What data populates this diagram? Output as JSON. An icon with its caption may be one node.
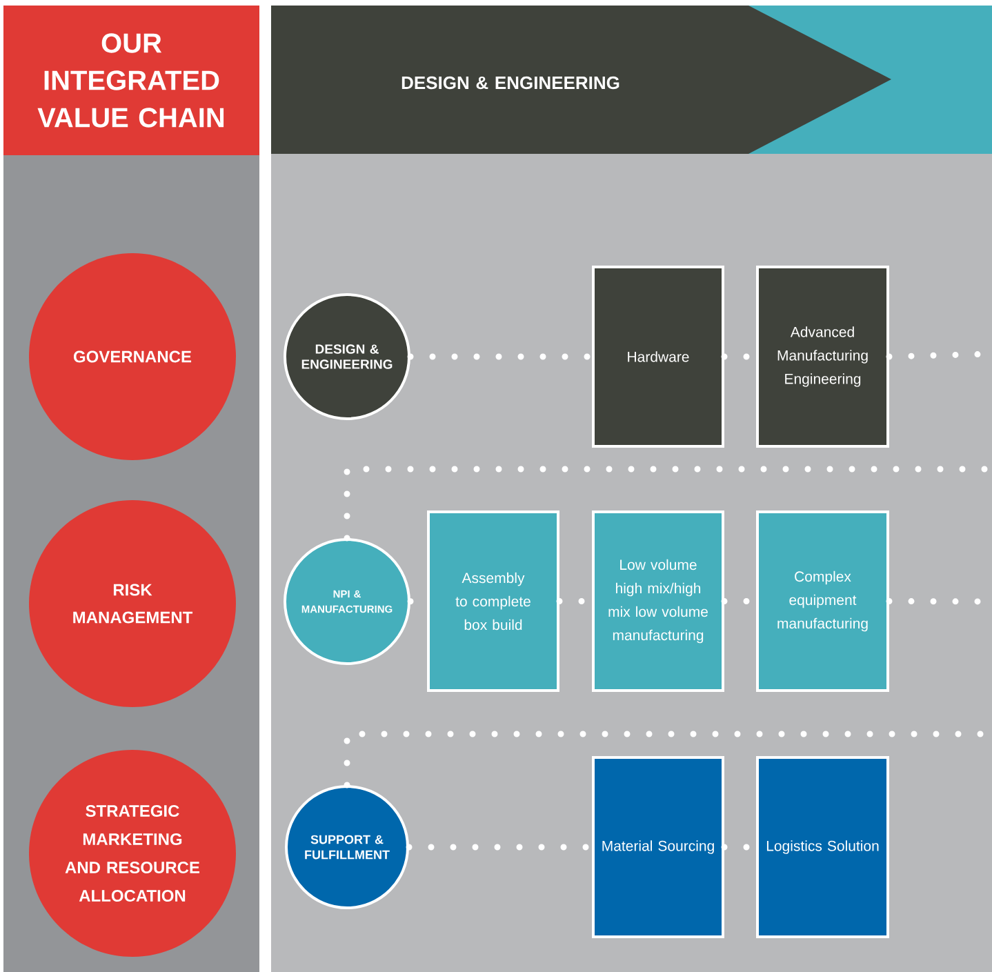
{
  "diagram": {
    "nodes": [
      {
        "text": [
          "OUR INTEGRATED VALUE CHAIN"
        ]
      },
      {
        "text": [
          "DESIGN & ENGINEERING"
        ]
      },
      {
        "text": [
          "GOVERNANCE"
        ]
      },
      {
        "text": [
          "RISK MANAGEMENT"
        ]
      },
      {
        "text": [
          "STRATEGIC MARKETING AND RESOURCE ALLOCATION"
        ]
      },
      {
        "text": [
          "DESIGN & ENGINEERING"
        ]
      },
      {
        "text": [
          "Hardware"
        ]
      },
      {
        "text": [
          "Advanced Manufacturing Engineering"
        ]
      },
      {
        "text": [
          "NPI & MANUFACTURING"
        ]
      },
      {
        "text": [
          "Assembly to complete box build"
        ]
      },
      {
        "text": [
          "Low volume high mix/high mix low volume manufacturing"
        ]
      },
      {
        "text": [
          "Complex equipment manufacturing"
        ]
      },
      {
        "text": [
          "SUPPORT & FULFILLMENT"
        ]
      },
      {
        "text": [
          "Material Sourcing"
        ]
      },
      {
        "text": [
          "Logistics Solution"
        ]
      }
    ],
    "edges": [
      {
        "from": 5,
        "to": 6,
        "arrow": "none"
      },
      {
        "from": 6,
        "to": 7,
        "arrow": "none"
      },
      {
        "from": 7,
        "to": null,
        "arrow": "none"
      },
      {
        "from": 8,
        "to": null,
        "arrow": "none"
      },
      {
        "from": 8,
        "to": 9,
        "arrow": "none"
      },
      {
        "from": 9,
        "to": 10,
        "arrow": "none"
      },
      {
        "from": 10,
        "to": 11,
        "arrow": "none"
      },
      {
        "from": 11,
        "to": null,
        "arrow": "none"
      },
      {
        "from": 12,
        "to": null,
        "arrow": "none"
      },
      {
        "from": 12,
        "to": 13,
        "arrow": "none"
      },
      {
        "from": 13,
        "to": 14,
        "arrow": "none"
      }
    ]
  }
}
